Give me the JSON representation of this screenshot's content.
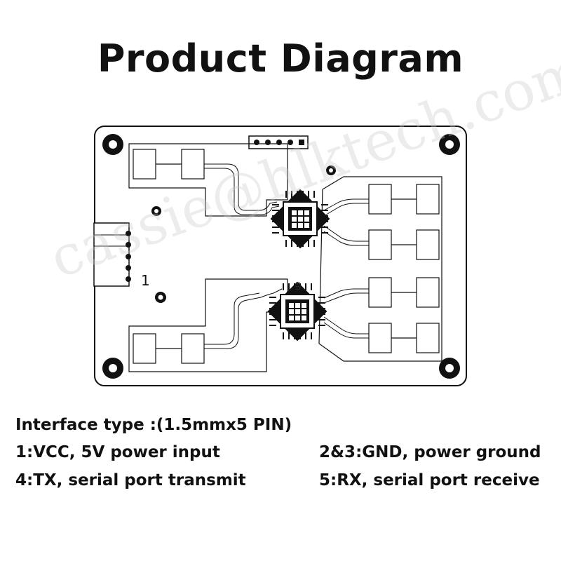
{
  "title": "Product Diagram",
  "board": {
    "pin1_label": "1",
    "chip_label": "U3"
  },
  "info": {
    "interface": "Interface type :(1.5mmx5 PIN)",
    "pin1": "1:VCC, 5V power input",
    "pin23": "2&3:GND, power ground",
    "pin4": "4:TX, serial port transmit",
    "pin5": "5:RX, serial port receive"
  },
  "watermark": "cassie@hlktech.com"
}
